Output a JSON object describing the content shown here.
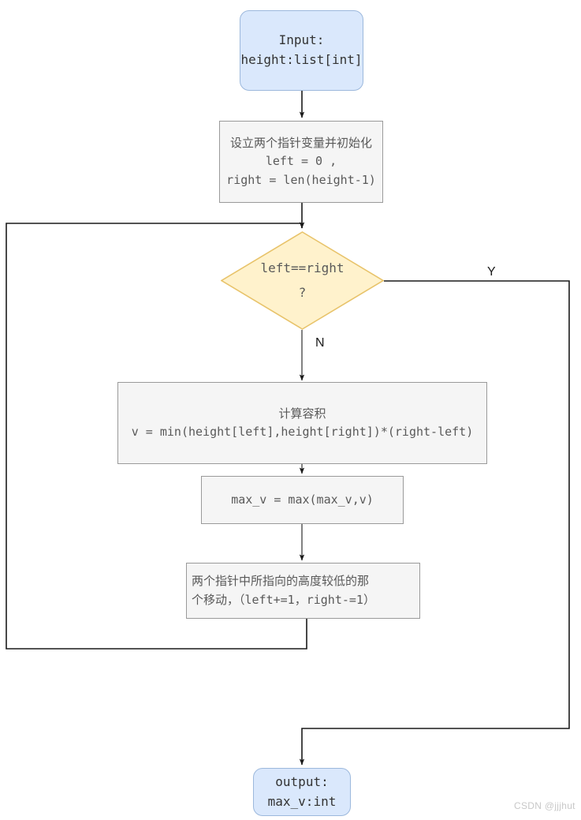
{
  "diagram": {
    "title": "Two-pointer container-with-most-water flowchart",
    "colors": {
      "terminator_fill": "#dae8fc",
      "terminator_stroke": "#9cb8dc",
      "process_fill": "#f5f5f5",
      "process_stroke": "#9a9a9a",
      "decision_fill": "#fff2cc",
      "decision_stroke": "#e8c36a",
      "edge_stroke": "#1a1a1a",
      "text": "#595959",
      "background": "#ffffff"
    },
    "nodes": {
      "input": {
        "type": "terminator",
        "lines": [
          "Input:",
          "height:list[int]"
        ]
      },
      "init": {
        "type": "process",
        "lines": [
          "设立两个指针变量并初始化",
          "left = 0 ,",
          "right = len(height-1)"
        ]
      },
      "decision": {
        "type": "decision",
        "lines": [
          "left==right",
          "?"
        ]
      },
      "compute": {
        "type": "process",
        "lines": [
          "计算容积",
          "v = min(height[left],height[right])*(right-left)"
        ]
      },
      "update_max": {
        "type": "process",
        "lines": [
          "max_v = max(max_v,v)"
        ]
      },
      "move_pointer": {
        "type": "process",
        "lines": [
          "两个指针中所指向的高度较低的那",
          "个移动，（left+=1，right-=1）"
        ]
      },
      "output": {
        "type": "terminator",
        "lines": [
          "output:",
          "max_v:int"
        ]
      }
    },
    "edge_labels": {
      "yes": "Y",
      "no": "N"
    },
    "watermark": "CSDN @jjjhut"
  }
}
